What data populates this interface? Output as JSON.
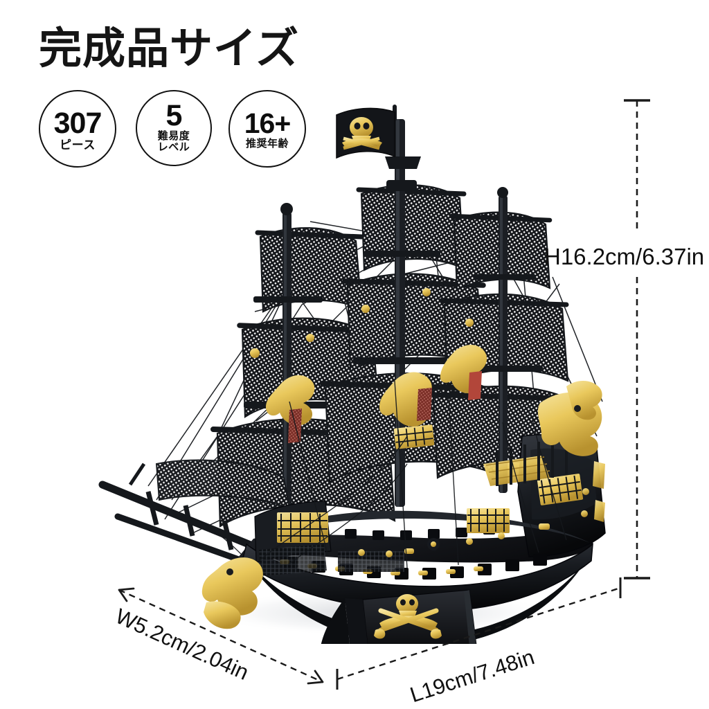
{
  "header": {
    "title": "完成品サイズ"
  },
  "badges": [
    {
      "name": "pieces",
      "value": "307",
      "caption": "ピース"
    },
    {
      "name": "difficulty",
      "value": "5",
      "caption_line1": "難易度",
      "caption_line2": "レベル"
    },
    {
      "name": "age",
      "value": "16+",
      "caption": "推奨年齢"
    }
  ],
  "dimensions": {
    "height": "H16.2cm/6.37in",
    "width": "W5.2cm/2.04in",
    "length": "L19cm/7.48in"
  },
  "product": {
    "type": "metal-model-pirate-ship",
    "hull_color": "#14161a",
    "accent_color": "#e9c85c",
    "sail_color": "#1b1d22",
    "flag_emblem": "skull-and-crossed-swords",
    "stand_emblem": "skull-and-crossed-swords"
  },
  "colors": {
    "background": "#ffffff",
    "ink": "#111111",
    "gold": "#e9c85c",
    "gold_light": "#f4de93",
    "gold_dark": "#b99331",
    "black": "#15171b",
    "dim_line": "#1a1a1a",
    "accent_red": "#b03a2e"
  }
}
